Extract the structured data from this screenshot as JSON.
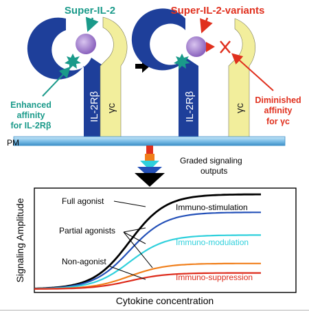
{
  "top": {
    "left_title": "Super-IL-2",
    "right_title": "Super-IL-2-variants",
    "receptor_beta": "IL-2Rβ",
    "receptor_gamma": "γc",
    "enhanced_line1": "Enhanced",
    "enhanced_line2": "affinity",
    "enhanced_line3": "for IL-2Rβ",
    "diminished_line1": "Diminished",
    "diminished_line2": "affinity",
    "diminished_line3": "for γc",
    "membrane_label": "PM",
    "graded_line1": "Graded signaling",
    "graded_line2": "outputs",
    "colors": {
      "teal": "#1a9a8a",
      "red": "#e0301e",
      "beta_receptor": "#1e3f9a",
      "gamma_receptor": "#f2ee9c",
      "ligand": "#9c78c8",
      "membrane": "#7fc0e8"
    }
  },
  "plot": {
    "ylabel": "Signaling Amplitude",
    "xlabel": "Cytokine concentration",
    "full_agonist": "Full agonist",
    "partial_agonists": "Partial agonists",
    "non_agonist": "Non-agonist",
    "immuno_stimulation": "Immuno-stimulation",
    "immuno_modulation": "Immuno-modulation",
    "immuno_suppression": "Immuno-suppression"
  },
  "chart_data": {
    "type": "line",
    "xlabel": "Cytokine concentration",
    "ylabel": "Signaling Amplitude",
    "series": [
      {
        "name": "Immuno-stimulation",
        "color": "#000000",
        "plateau": 1.0
      },
      {
        "name": "",
        "color": "#2350b8",
        "plateau": 0.81
      },
      {
        "name": "Immuno-modulation",
        "color": "#2fd0dc",
        "plateau": 0.57
      },
      {
        "name": "",
        "color": "#f07e1a",
        "plateau": 0.27
      },
      {
        "name": "Immuno-suppression",
        "color": "#dd2a1a",
        "plateau": 0.17
      }
    ]
  }
}
